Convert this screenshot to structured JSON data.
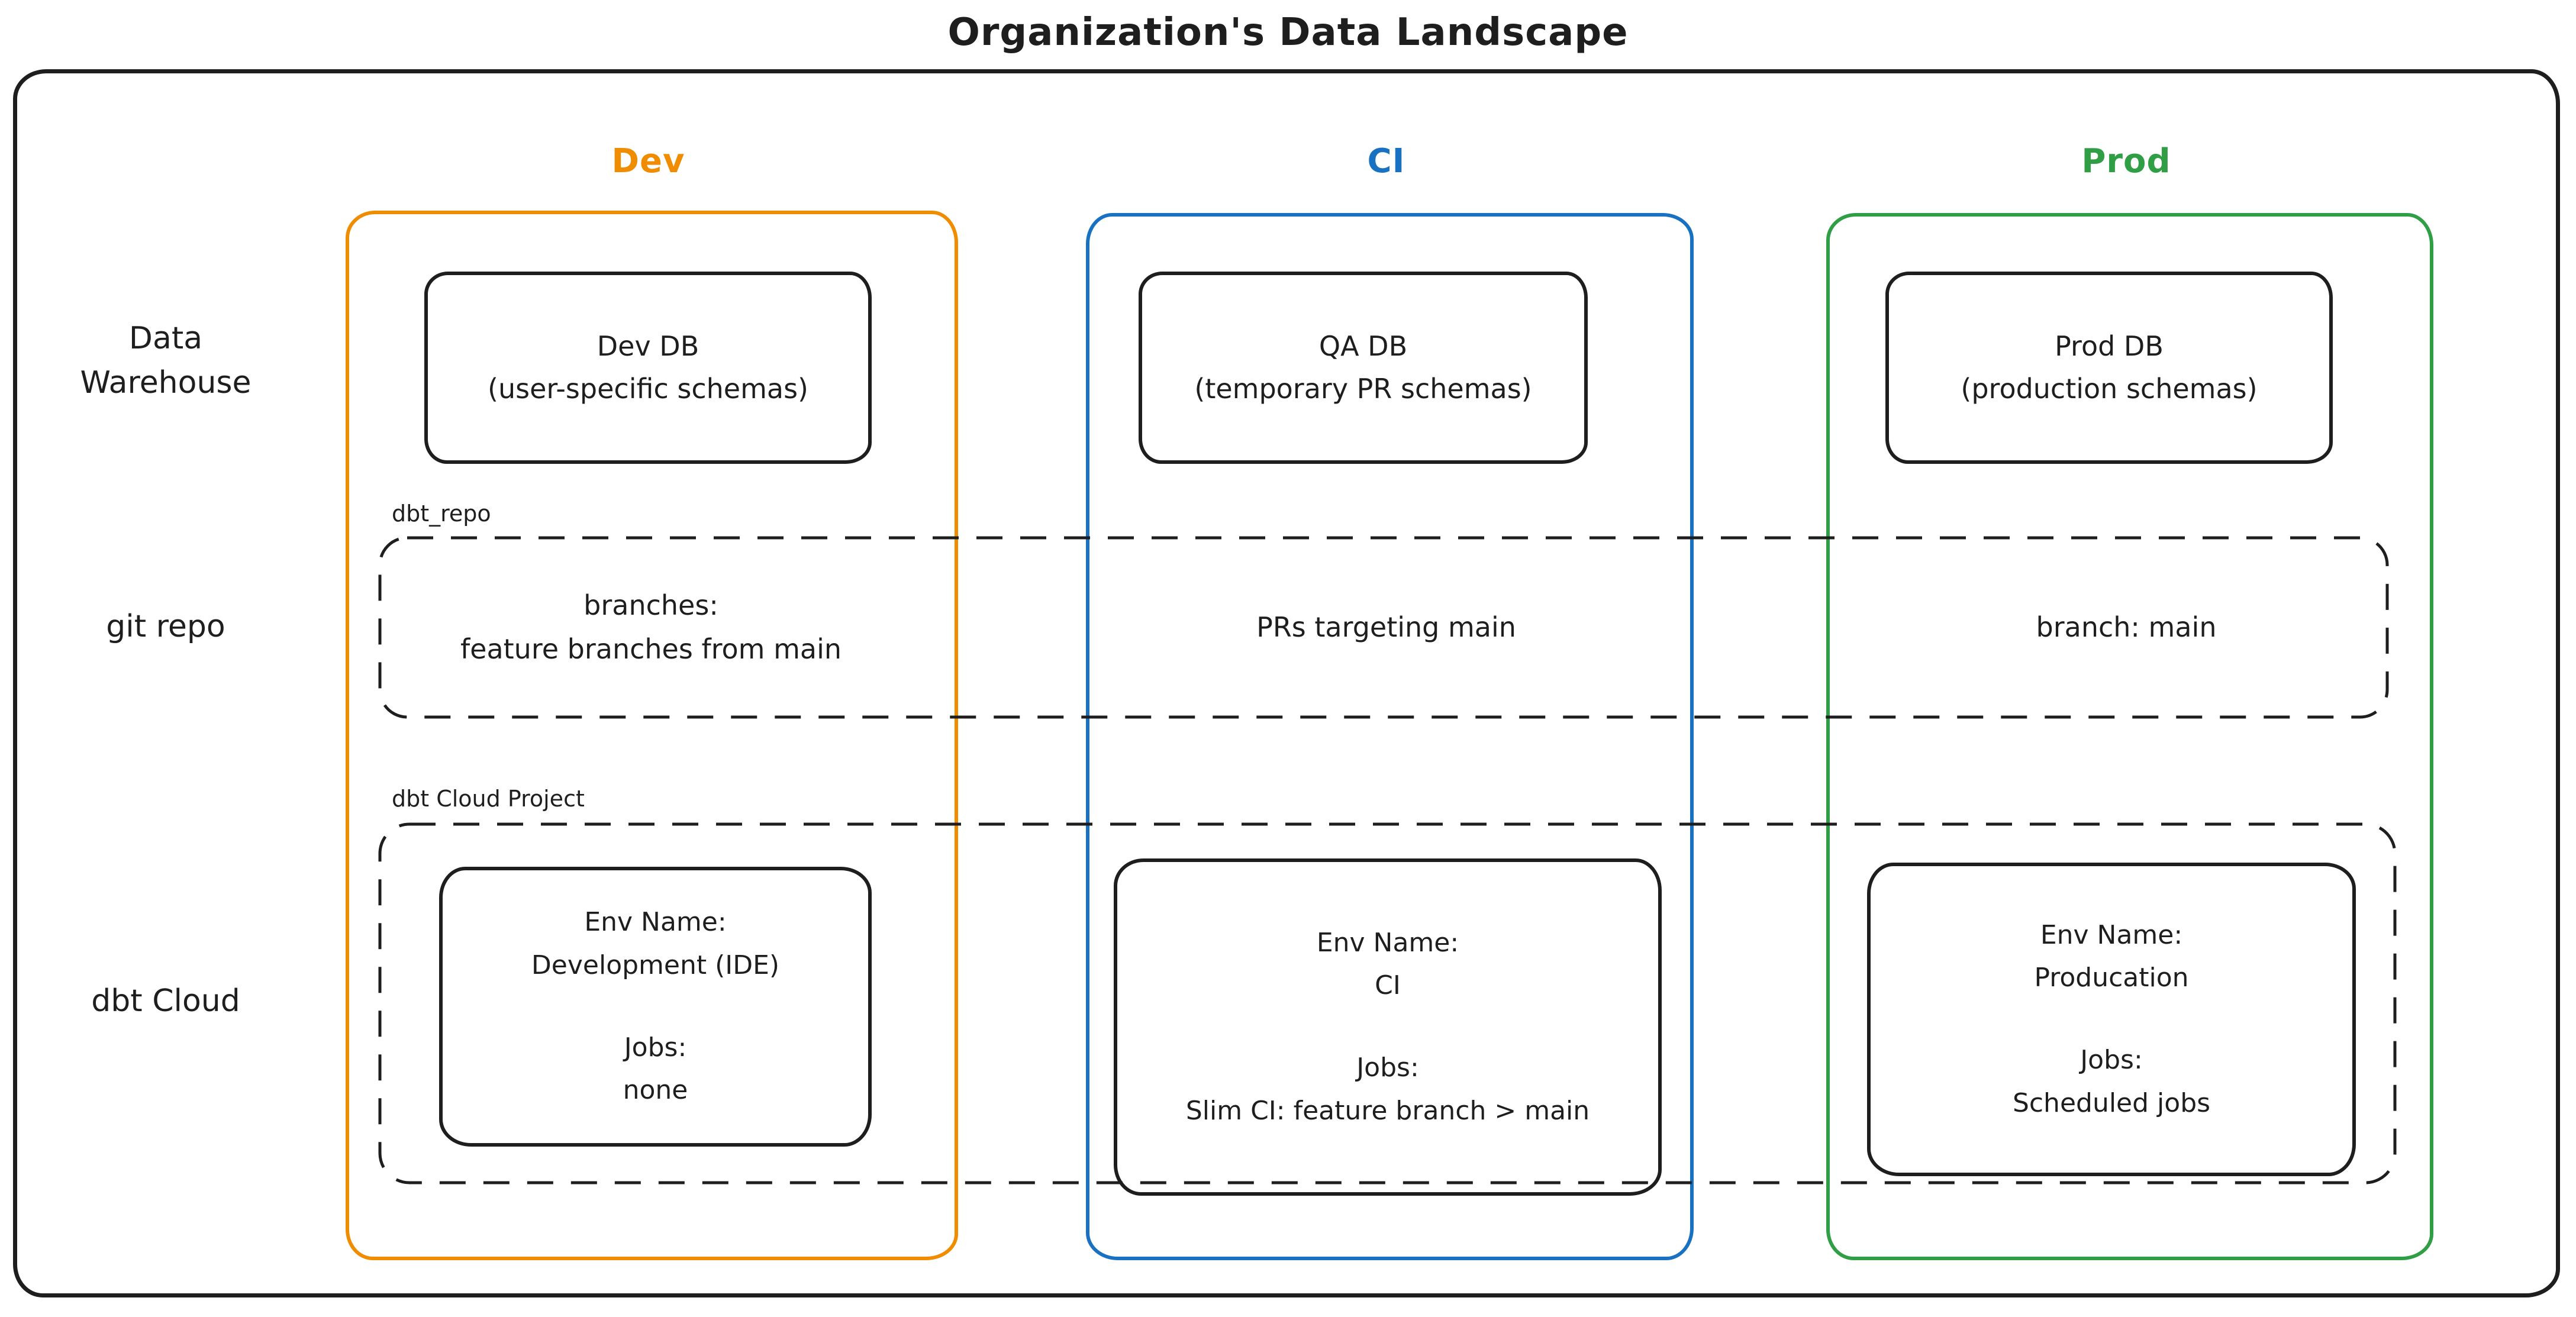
{
  "title": "Organization's Data Landscape",
  "colors": {
    "ink": "#1e1e1e",
    "dev": "#f08c00",
    "ci": "#1971c2",
    "prod": "#2f9e44",
    "background": "#ffffff"
  },
  "columns": {
    "dev": {
      "label": "Dev"
    },
    "ci": {
      "label": "CI"
    },
    "prod": {
      "label": "Prod"
    }
  },
  "rows": {
    "data_warehouse": {
      "label": "Data Warehouse"
    },
    "git_repo": {
      "label": "git repo"
    },
    "dbt_cloud": {
      "label": "dbt Cloud"
    }
  },
  "warehouse": {
    "dev": {
      "title": "Dev DB",
      "subtitle": "(user-specific schemas)"
    },
    "ci": {
      "title": "QA DB",
      "subtitle": "(temporary PR schemas)"
    },
    "prod": {
      "title": "Prod DB",
      "subtitle": "(production schemas)"
    }
  },
  "git_repo_section": {
    "group_label": "dbt_repo",
    "dev_line1": "branches:",
    "dev_line2": "feature branches from main",
    "ci_text": "PRs targeting main",
    "prod_text": "branch: main"
  },
  "dbt_cloud_section": {
    "group_label": "dbt Cloud Project",
    "dev": {
      "env_label": "Env Name:",
      "env_name": "Development (IDE)",
      "jobs_label": "Jobs:",
      "jobs": "none"
    },
    "ci": {
      "env_label": "Env Name:",
      "env_name": "CI",
      "jobs_label": "Jobs:",
      "jobs": "Slim CI: feature branch > main"
    },
    "prod": {
      "env_label": "Env Name:",
      "env_name": "Producation",
      "jobs_label": "Jobs:",
      "jobs": "Scheduled jobs"
    }
  }
}
